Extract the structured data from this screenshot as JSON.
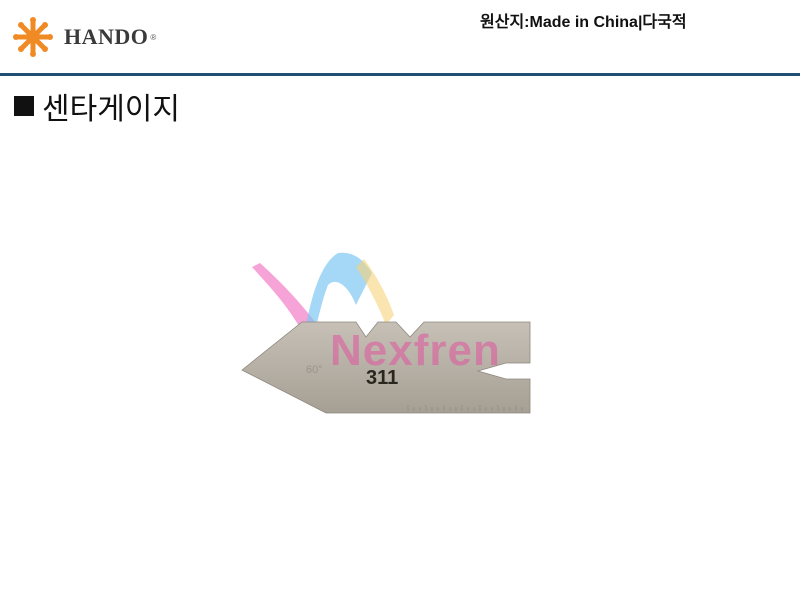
{
  "brand": {
    "name": "HANDO",
    "registered": "®",
    "logo_icon": "orange-starburst-icon",
    "logo_color": "#f08a24"
  },
  "header": {
    "origin_text": "원산지:Made in China|다국적"
  },
  "colors": {
    "rule": "#1f4f73",
    "gauge": "#b9b2a7"
  },
  "product": {
    "title": "센타게이지",
    "bullet_icon": "black-square-icon",
    "gauge_label": "311",
    "gauge_angle_label": "60°",
    "watermark": "Nexfren"
  }
}
